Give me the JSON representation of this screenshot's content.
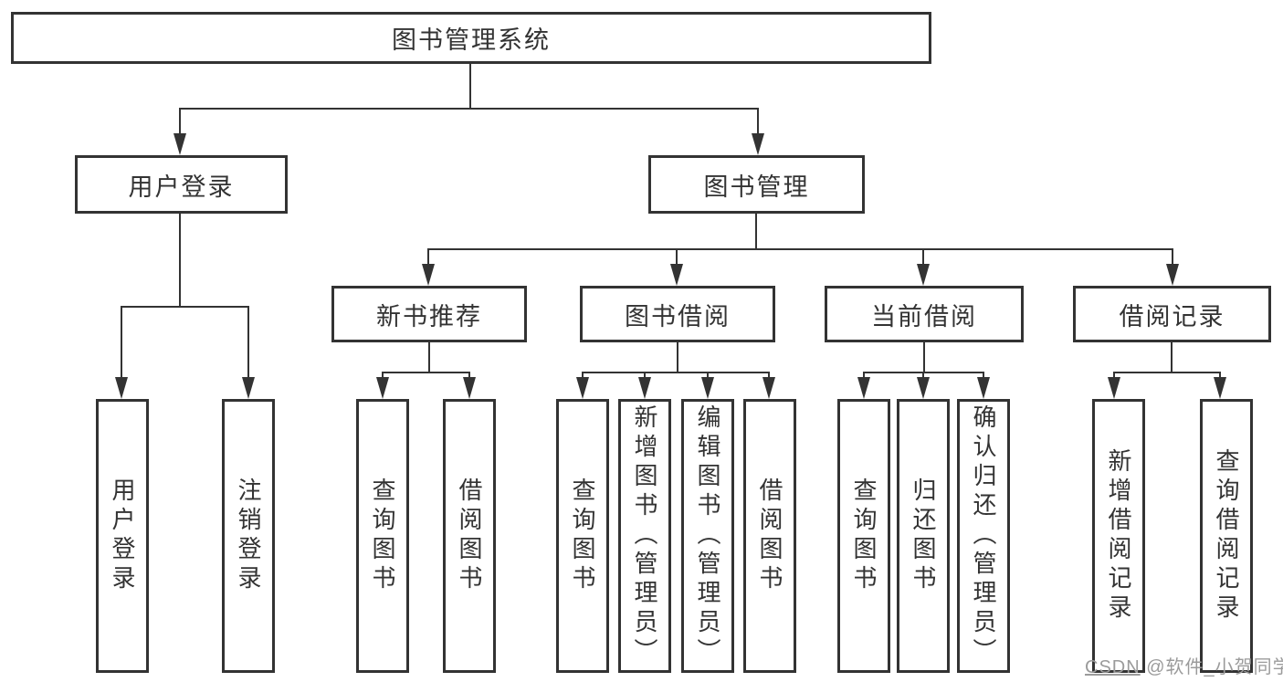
{
  "diagram": {
    "title_node": {
      "label": "图书管理系统"
    },
    "level2": [
      {
        "label": "用户登录"
      },
      {
        "label": "图书管理"
      }
    ],
    "level3": [
      {
        "label": "新书推荐"
      },
      {
        "label": "图书借阅"
      },
      {
        "label": "当前借阅"
      },
      {
        "label": "借阅记录"
      }
    ],
    "level4": [
      {
        "label": "用户登录",
        "parent": "用户登录"
      },
      {
        "label": "注销登录",
        "parent": "用户登录"
      },
      {
        "label": "查询图书",
        "parent": "新书推荐"
      },
      {
        "label": "借阅图书",
        "parent": "新书推荐"
      },
      {
        "label": "查询图书",
        "parent": "图书借阅"
      },
      {
        "label": "新增图书（管理员）",
        "parent": "图书借阅"
      },
      {
        "label": "编辑图书（管理员）",
        "parent": "图书借阅"
      },
      {
        "label": "借阅图书",
        "parent": "图书借阅"
      },
      {
        "label": "查询图书",
        "parent": "当前借阅"
      },
      {
        "label": "归还图书",
        "parent": "当前借阅"
      },
      {
        "label": "确认归还（管理员）",
        "parent": "当前借阅"
      },
      {
        "label": "新增借阅记录",
        "parent": "借阅记录"
      },
      {
        "label": "查询借阅记录",
        "parent": "借阅记录"
      }
    ]
  },
  "watermark": {
    "prefix": "CSDN",
    "handle": " @软件_小贺同学"
  },
  "colors": {
    "background": "#ffffff",
    "box_border": "#333333",
    "box_fill": "#ffffff",
    "connector_line": "#333333",
    "text": "#333333",
    "watermark_text": "#9b9b9b"
  }
}
